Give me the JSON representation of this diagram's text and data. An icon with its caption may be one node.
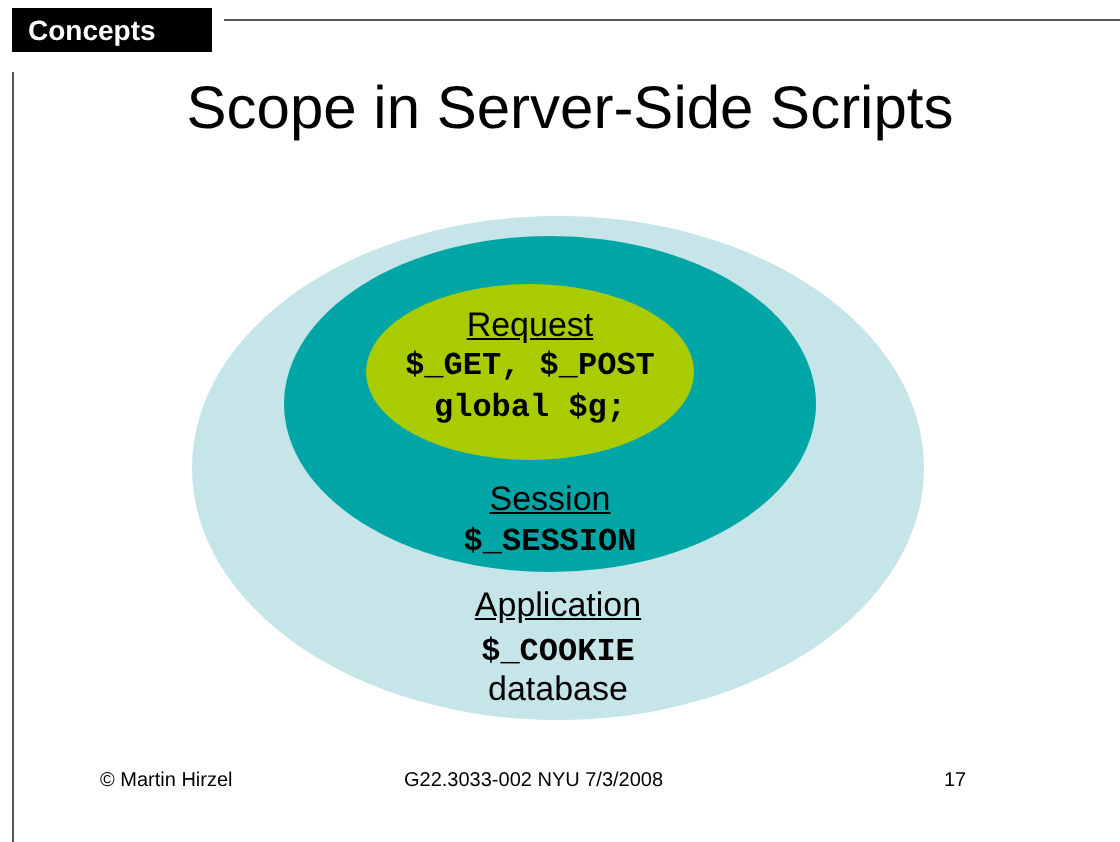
{
  "diagram": {
    "title": "Scope in Server-Side Scripts",
    "nodes": [
      {
        "text": [
          "Application",
          "$_COOKIE",
          "database"
        ]
      },
      {
        "text": [
          "Session",
          "$_SESSION"
        ],
        "in": 0
      },
      {
        "text": [
          "Request",
          "$_GET, $_POST",
          "global $g;"
        ],
        "in": 1
      }
    ],
    "labels": [
      "Concepts",
      "© Martin Hirzel",
      "G22.3033-002 NYU 7/3/2008",
      "17"
    ]
  }
}
